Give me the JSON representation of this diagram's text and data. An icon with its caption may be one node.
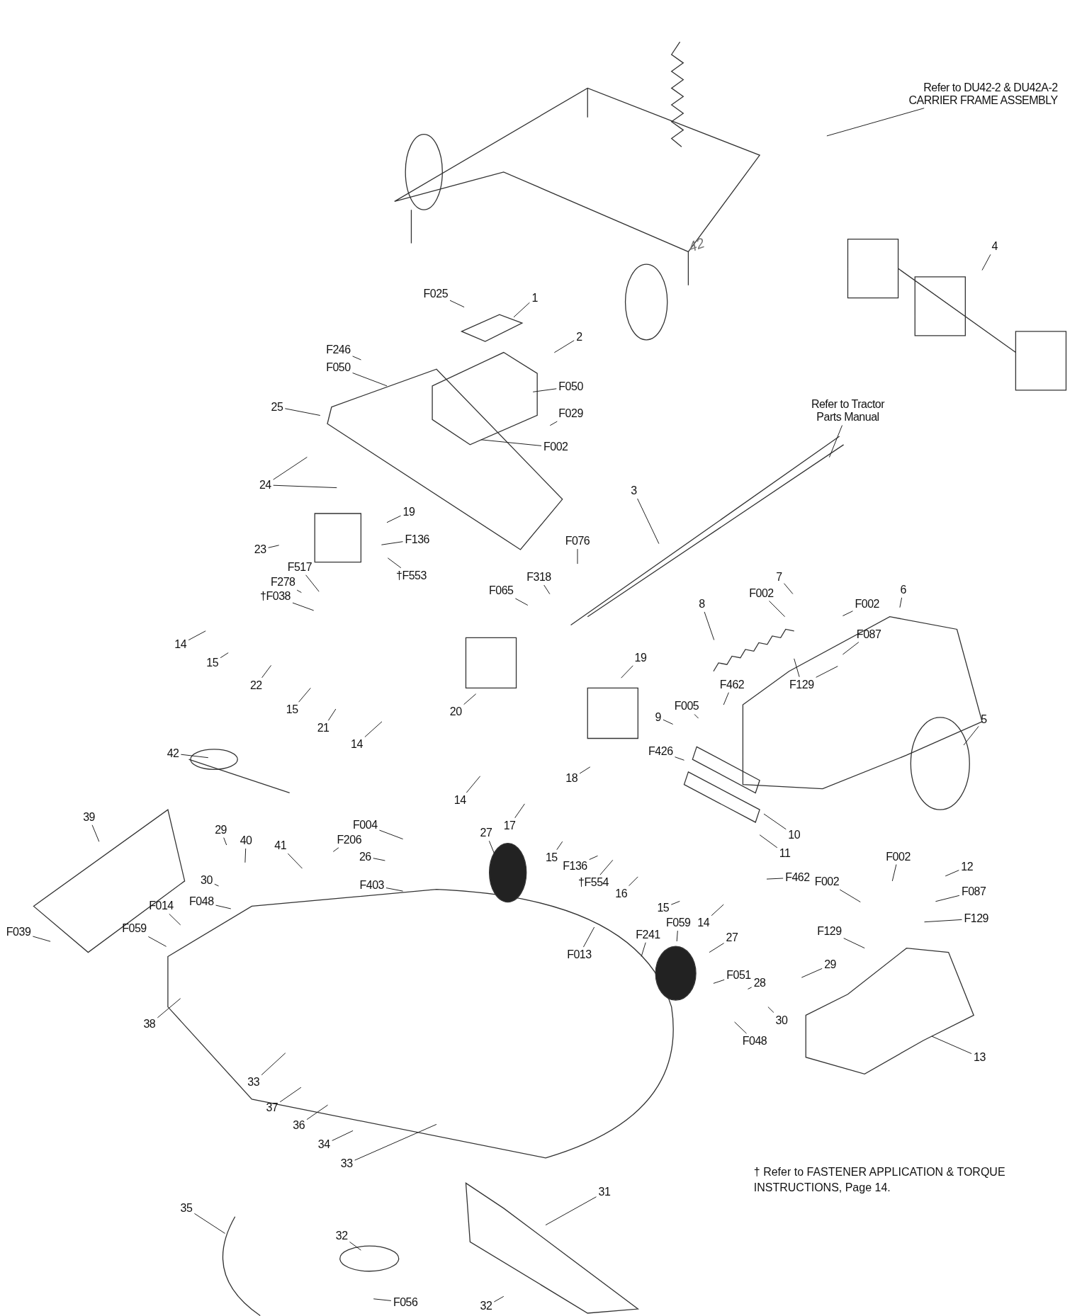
{
  "diagram": {
    "nodes": [
      {
        "text": [
          "Refer to DU42-2 & DU42A-2 CARRIER FRAME ASSEMBLY"
        ]
      },
      {
        "text": [
          "4"
        ]
      },
      {
        "text": [
          "F025"
        ]
      },
      {
        "text": [
          "1"
        ]
      },
      {
        "text": [
          "F246"
        ]
      },
      {
        "text": [
          "F050"
        ]
      },
      {
        "text": [
          "2"
        ]
      },
      {
        "text": [
          "F050"
        ]
      },
      {
        "text": [
          "F029"
        ]
      },
      {
        "text": [
          "25"
        ]
      },
      {
        "text": [
          "F002"
        ]
      },
      {
        "text": [
          "Refer to Tractor Parts Manual"
        ]
      },
      {
        "text": [
          "24"
        ]
      },
      {
        "text": [
          "3"
        ]
      },
      {
        "text": [
          "19"
        ]
      },
      {
        "text": [
          "F136"
        ]
      },
      {
        "text": [
          "†F553"
        ]
      },
      {
        "text": [
          "23"
        ]
      },
      {
        "text": [
          "F517"
        ]
      },
      {
        "text": [
          "F278"
        ]
      },
      {
        "text": [
          "†F038"
        ]
      },
      {
        "text": [
          "F076"
        ]
      },
      {
        "text": [
          "F318"
        ]
      },
      {
        "text": [
          "F065"
        ]
      },
      {
        "text": [
          "14"
        ]
      },
      {
        "text": [
          "15"
        ]
      },
      {
        "text": [
          "22"
        ]
      },
      {
        "text": [
          "15"
        ]
      },
      {
        "text": [
          "21"
        ]
      },
      {
        "text": [
          "14"
        ]
      },
      {
        "text": [
          "20"
        ]
      },
      {
        "text": [
          "7"
        ]
      },
      {
        "text": [
          "F002"
        ]
      },
      {
        "text": [
          "F002"
        ]
      },
      {
        "text": [
          "6"
        ]
      },
      {
        "text": [
          "F087"
        ]
      },
      {
        "text": [
          "8"
        ]
      },
      {
        "text": [
          "19"
        ]
      },
      {
        "text": [
          "F129"
        ]
      },
      {
        "text": [
          "F462"
        ]
      },
      {
        "text": [
          "F005"
        ]
      },
      {
        "text": [
          "9"
        ]
      },
      {
        "text": [
          "F426"
        ]
      },
      {
        "text": [
          "18"
        ]
      },
      {
        "text": [
          "5"
        ]
      },
      {
        "text": [
          "42"
        ]
      },
      {
        "text": [
          "14"
        ]
      },
      {
        "text": [
          "17"
        ]
      },
      {
        "text": [
          "10"
        ]
      },
      {
        "text": [
          "11"
        ]
      },
      {
        "text": [
          "39"
        ]
      },
      {
        "text": [
          "29"
        ]
      },
      {
        "text": [
          "40"
        ]
      },
      {
        "text": [
          "41"
        ]
      },
      {
        "text": [
          "F206"
        ]
      },
      {
        "text": [
          "F004"
        ]
      },
      {
        "text": [
          "26"
        ]
      },
      {
        "text": [
          "27"
        ]
      },
      {
        "text": [
          "15"
        ]
      },
      {
        "text": [
          "F136"
        ]
      },
      {
        "text": [
          "†F554"
        ]
      },
      {
        "text": [
          "16"
        ]
      },
      {
        "text": [
          "F462"
        ]
      },
      {
        "text": [
          "F002"
        ]
      },
      {
        "text": [
          "12"
        ]
      },
      {
        "text": [
          "F002"
        ]
      },
      {
        "text": [
          "F087"
        ]
      },
      {
        "text": [
          "F129"
        ]
      },
      {
        "text": [
          "F129"
        ]
      },
      {
        "text": [
          "30"
        ]
      },
      {
        "text": [
          "F048"
        ]
      },
      {
        "text": [
          "F014"
        ]
      },
      {
        "text": [
          "F403"
        ]
      },
      {
        "text": [
          "15"
        ]
      },
      {
        "text": [
          "14"
        ]
      },
      {
        "text": [
          "27"
        ]
      },
      {
        "text": [
          "F241"
        ]
      },
      {
        "text": [
          "F059"
        ]
      },
      {
        "text": [
          "F013"
        ]
      },
      {
        "text": [
          "F059"
        ]
      },
      {
        "text": [
          "F039"
        ]
      },
      {
        "text": [
          "F051"
        ]
      },
      {
        "text": [
          "28"
        ]
      },
      {
        "text": [
          "29"
        ]
      },
      {
        "text": [
          "30"
        ]
      },
      {
        "text": [
          "F048"
        ]
      },
      {
        "text": [
          "13"
        ]
      },
      {
        "text": [
          "38"
        ]
      },
      {
        "text": [
          "33"
        ]
      },
      {
        "text": [
          "37"
        ]
      },
      {
        "text": [
          "36"
        ]
      },
      {
        "text": [
          "34"
        ]
      },
      {
        "text": [
          "33"
        ]
      },
      {
        "text": [
          "35"
        ]
      },
      {
        "text": [
          "32"
        ]
      },
      {
        "text": [
          "31"
        ]
      },
      {
        "text": [
          "F056"
        ]
      },
      {
        "text": [
          "32"
        ]
      }
    ],
    "edges": [
      {
        "from": 0,
        "to": null,
        "arrow": "none"
      },
      {
        "from": 1,
        "to": null,
        "arrow": "none"
      },
      {
        "from": 2,
        "to": null,
        "arrow": "none"
      },
      {
        "from": 3,
        "to": null,
        "arrow": "none"
      },
      {
        "from": 4,
        "to": null,
        "arrow": "none"
      },
      {
        "from": 5,
        "to": null,
        "arrow": "none"
      },
      {
        "from": 6,
        "to": null,
        "arrow": "none"
      },
      {
        "from": 7,
        "to": null,
        "arrow": "none"
      },
      {
        "from": 8,
        "to": null,
        "arrow": "none"
      },
      {
        "from": 9,
        "to": null,
        "arrow": "none"
      },
      {
        "from": 10,
        "to": null,
        "arrow": "none"
      },
      {
        "from": 11,
        "to": null,
        "arrow": "none"
      },
      {
        "from": 12,
        "to": null,
        "arrow": "none"
      },
      {
        "from": 12,
        "to": null,
        "arrow": "none"
      },
      {
        "from": 13,
        "to": null,
        "arrow": "none"
      },
      {
        "from": 14,
        "to": null,
        "arrow": "none"
      },
      {
        "from": 15,
        "to": null,
        "arrow": "none"
      },
      {
        "from": 16,
        "to": null,
        "arrow": "none"
      },
      {
        "from": 17,
        "to": null,
        "arrow": "none"
      },
      {
        "from": 18,
        "to": null,
        "arrow": "none"
      },
      {
        "from": 19,
        "to": null,
        "arrow": "none"
      },
      {
        "from": 20,
        "to": null,
        "arrow": "none"
      },
      {
        "from": 21,
        "to": null,
        "arrow": "none"
      },
      {
        "from": 22,
        "to": null,
        "arrow": "none"
      },
      {
        "from": 23,
        "to": null,
        "arrow": "none"
      },
      {
        "from": 24,
        "to": null,
        "arrow": "none"
      },
      {
        "from": 25,
        "to": null,
        "arrow": "none"
      },
      {
        "from": 26,
        "to": null,
        "arrow": "none"
      },
      {
        "from": 27,
        "to": null,
        "arrow": "none"
      },
      {
        "from": 28,
        "to": null,
        "arrow": "none"
      },
      {
        "from": 29,
        "to": null,
        "arrow": "none"
      },
      {
        "from": 30,
        "to": null,
        "arrow": "none"
      },
      {
        "from": 31,
        "to": null,
        "arrow": "none"
      },
      {
        "from": 32,
        "to": null,
        "arrow": "none"
      },
      {
        "from": 33,
        "to": null,
        "arrow": "none"
      },
      {
        "from": 34,
        "to": null,
        "arrow": "none"
      },
      {
        "from": 35,
        "to": null,
        "arrow": "none"
      },
      {
        "from": 36,
        "to": null,
        "arrow": "none"
      },
      {
        "from": 37,
        "to": null,
        "arrow": "none"
      },
      {
        "from": 38,
        "to": null,
        "arrow": "none"
      },
      {
        "from": 38,
        "to": null,
        "arrow": "none"
      },
      {
        "from": 39,
        "to": null,
        "arrow": "none"
      },
      {
        "from": 40,
        "to": null,
        "arrow": "none"
      },
      {
        "from": 41,
        "to": null,
        "arrow": "none"
      },
      {
        "from": 42,
        "to": null,
        "arrow": "none"
      },
      {
        "from": 43,
        "to": null,
        "arrow": "none"
      },
      {
        "from": 44,
        "to": null,
        "arrow": "none"
      },
      {
        "from": 45,
        "to": null,
        "arrow": "none"
      },
      {
        "from": 46,
        "to": null,
        "arrow": "none"
      },
      {
        "from": 47,
        "to": null,
        "arrow": "none"
      },
      {
        "from": 48,
        "to": null,
        "arrow": "none"
      },
      {
        "from": 49,
        "to": null,
        "arrow": "none"
      },
      {
        "from": 50,
        "to": null,
        "arrow": "none"
      },
      {
        "from": 51,
        "to": null,
        "arrow": "none"
      },
      {
        "from": 52,
        "to": null,
        "arrow": "none"
      },
      {
        "from": 53,
        "to": null,
        "arrow": "none"
      },
      {
        "from": 54,
        "to": null,
        "arrow": "none"
      },
      {
        "from": 55,
        "to": null,
        "arrow": "none"
      },
      {
        "from": 56,
        "to": null,
        "arrow": "none"
      },
      {
        "from": 57,
        "to": null,
        "arrow": "none"
      },
      {
        "from": 58,
        "to": null,
        "arrow": "none"
      },
      {
        "from": 59,
        "to": null,
        "arrow": "none"
      },
      {
        "from": 60,
        "to": null,
        "arrow": "none"
      },
      {
        "from": 61,
        "to": null,
        "arrow": "none"
      },
      {
        "from": 62,
        "to": null,
        "arrow": "none"
      },
      {
        "from": 63,
        "to": null,
        "arrow": "none"
      },
      {
        "from": 64,
        "to": null,
        "arrow": "none"
      },
      {
        "from": 65,
        "to": null,
        "arrow": "none"
      },
      {
        "from": 66,
        "to": null,
        "arrow": "none"
      },
      {
        "from": 67,
        "to": null,
        "arrow": "none"
      },
      {
        "from": 68,
        "to": null,
        "arrow": "none"
      },
      {
        "from": 69,
        "to": null,
        "arrow": "none"
      },
      {
        "from": 70,
        "to": null,
        "arrow": "none"
      },
      {
        "from": 71,
        "to": null,
        "arrow": "none"
      },
      {
        "from": 72,
        "to": null,
        "arrow": "none"
      },
      {
        "from": 73,
        "to": null,
        "arrow": "none"
      },
      {
        "from": 74,
        "to": null,
        "arrow": "none"
      },
      {
        "from": 75,
        "to": null,
        "arrow": "none"
      },
      {
        "from": 76,
        "to": null,
        "arrow": "none"
      },
      {
        "from": 77,
        "to": null,
        "arrow": "none"
      },
      {
        "from": 78,
        "to": null,
        "arrow": "none"
      },
      {
        "from": 79,
        "to": null,
        "arrow": "none"
      },
      {
        "from": 80,
        "to": null,
        "arrow": "none"
      },
      {
        "from": 81,
        "to": null,
        "arrow": "none"
      },
      {
        "from": 82,
        "to": null,
        "arrow": "none"
      },
      {
        "from": 83,
        "to": null,
        "arrow": "none"
      },
      {
        "from": 84,
        "to": null,
        "arrow": "none"
      },
      {
        "from": 85,
        "to": null,
        "arrow": "none"
      },
      {
        "from": 86,
        "to": null,
        "arrow": "none"
      },
      {
        "from": 87,
        "to": null,
        "arrow": "none"
      },
      {
        "from": 88,
        "to": null,
        "arrow": "none"
      },
      {
        "from": 89,
        "to": null,
        "arrow": "none"
      },
      {
        "from": 90,
        "to": null,
        "arrow": "none"
      },
      {
        "from": 91,
        "to": null,
        "arrow": "none"
      },
      {
        "from": 92,
        "to": null,
        "arrow": "none"
      },
      {
        "from": 93,
        "to": null,
        "arrow": "none"
      },
      {
        "from": 94,
        "to": null,
        "arrow": "none"
      },
      {
        "from": 95,
        "to": null,
        "arrow": "none"
      },
      {
        "from": 96,
        "to": null,
        "arrow": "none"
      },
      {
        "from": 97,
        "to": null,
        "arrow": "none"
      }
    ],
    "labels": [
      "42",
      "† Refer to FASTENER APPLICATION & TORQUE INSTRUCTIONS, Page 14."
    ]
  }
}
